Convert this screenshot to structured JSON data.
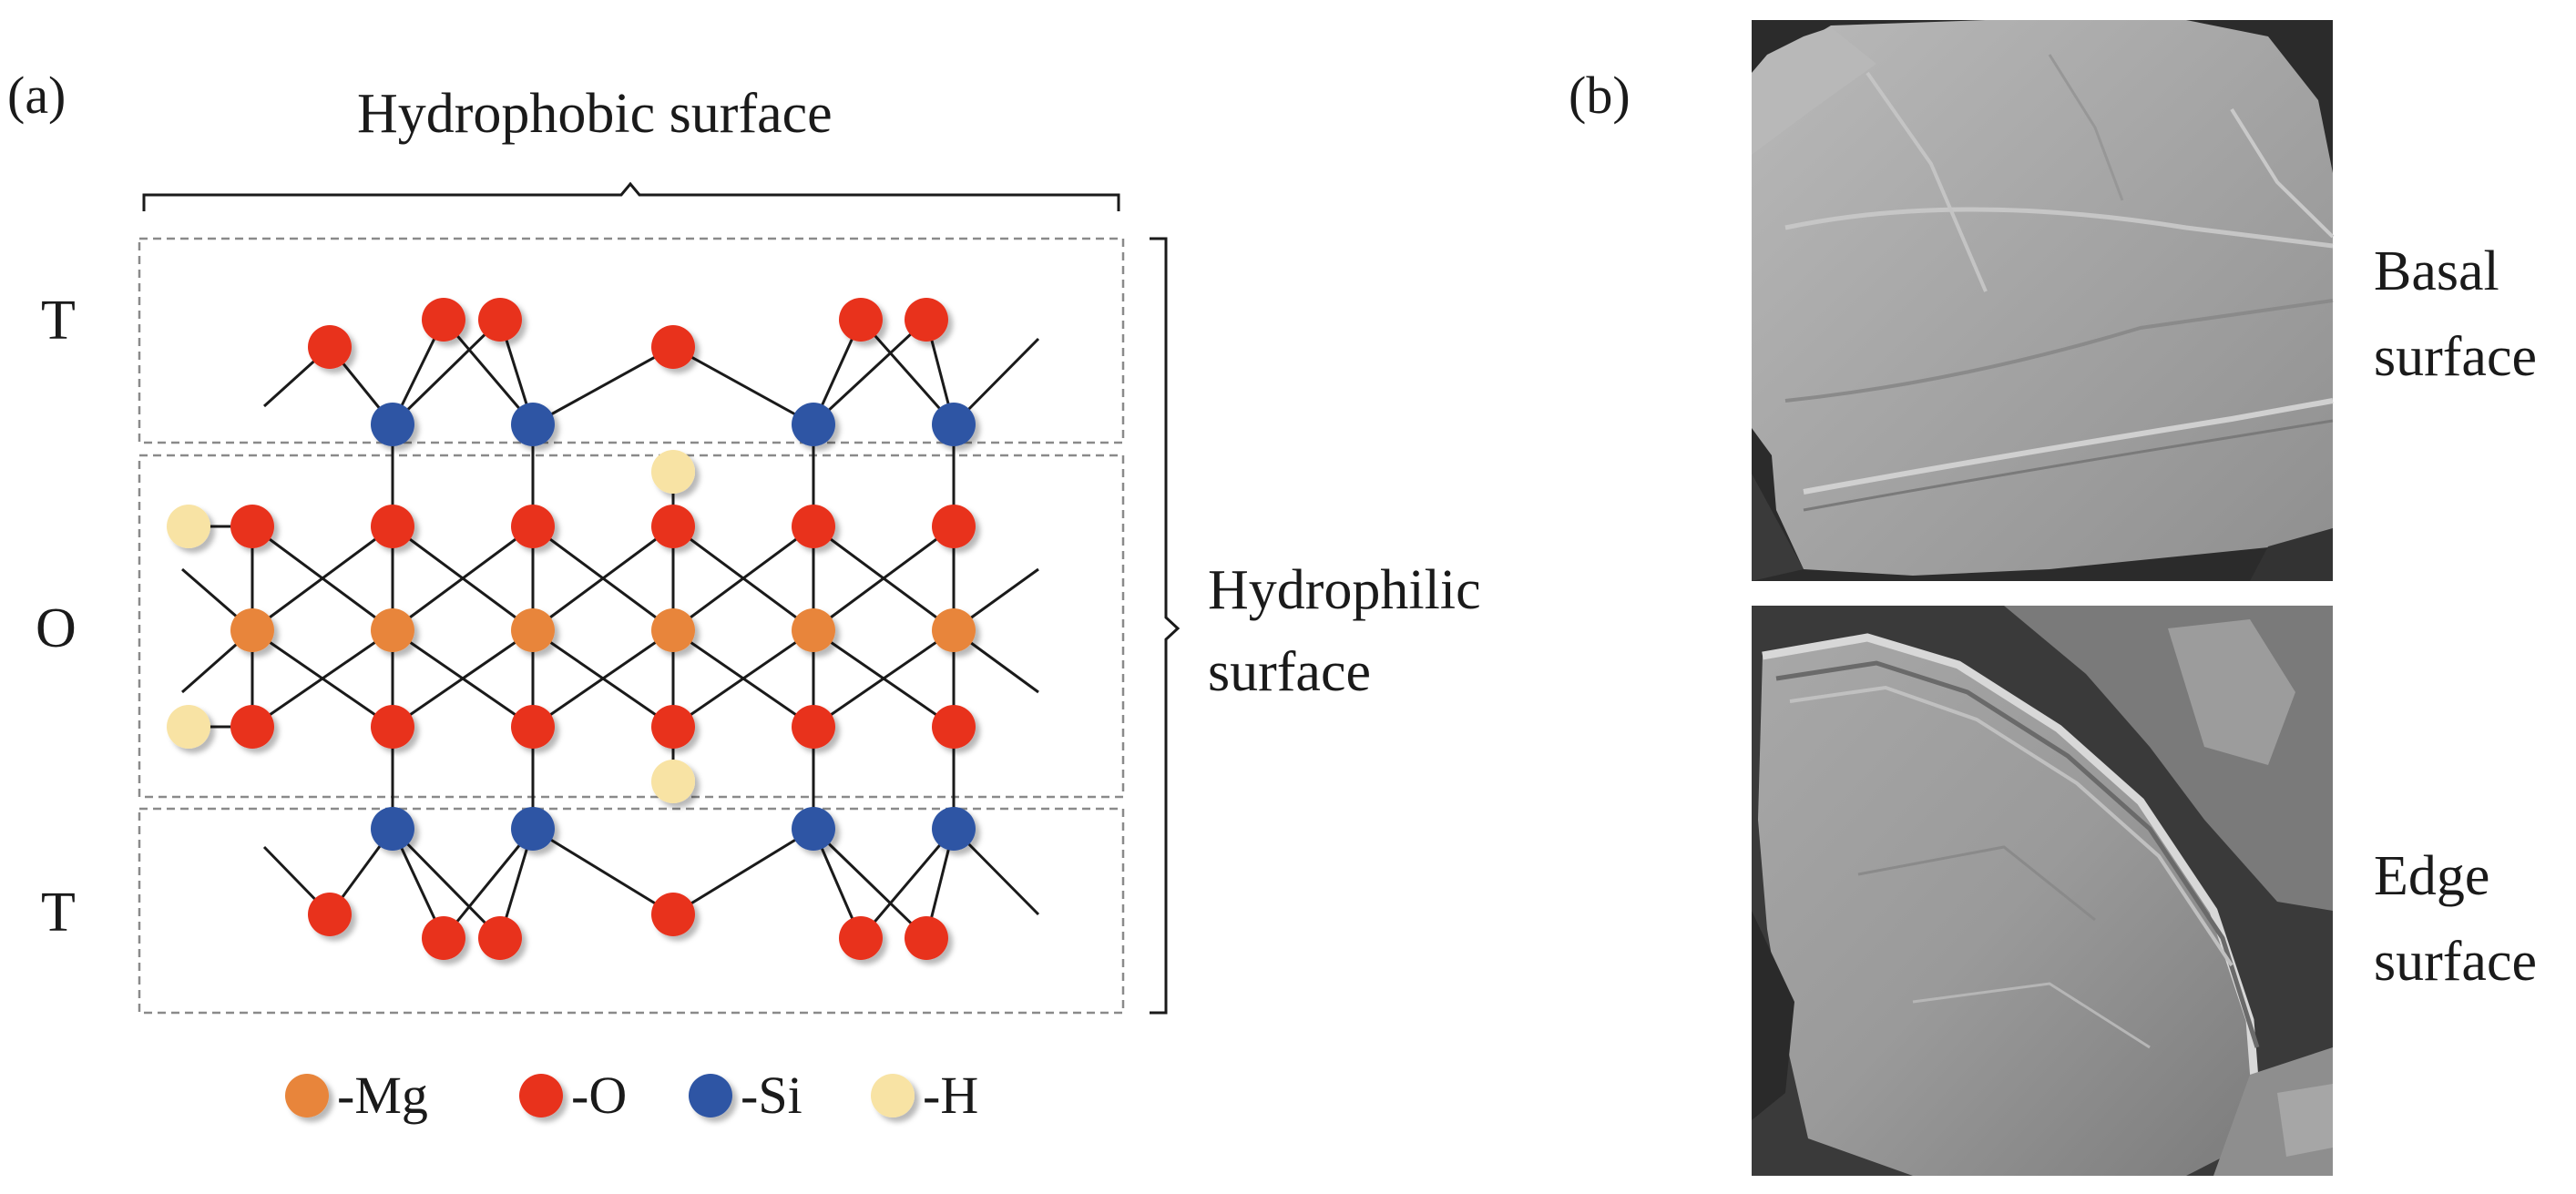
{
  "panels": {
    "a_label": "(a)",
    "b_label": "(b)"
  },
  "structure": {
    "top_label": "Hydrophobic surface",
    "side_label_line1": "Hydrophilic",
    "side_label_line2": "surface",
    "layers": [
      "T",
      "O",
      "T"
    ]
  },
  "legend": [
    {
      "name": "Mg",
      "label": "-Mg",
      "color": "#E8853A"
    },
    {
      "name": "O",
      "label": "-O",
      "color": "#E8301E"
    },
    {
      "name": "Si",
      "label": "-Si",
      "color": "#2F55A4"
    },
    {
      "name": "H",
      "label": "-H",
      "color": "#F8E3A4"
    }
  ],
  "sem": [
    {
      "line1": "Basal",
      "line2": "surface"
    },
    {
      "line1": "Edge",
      "line2": "surface"
    }
  ]
}
